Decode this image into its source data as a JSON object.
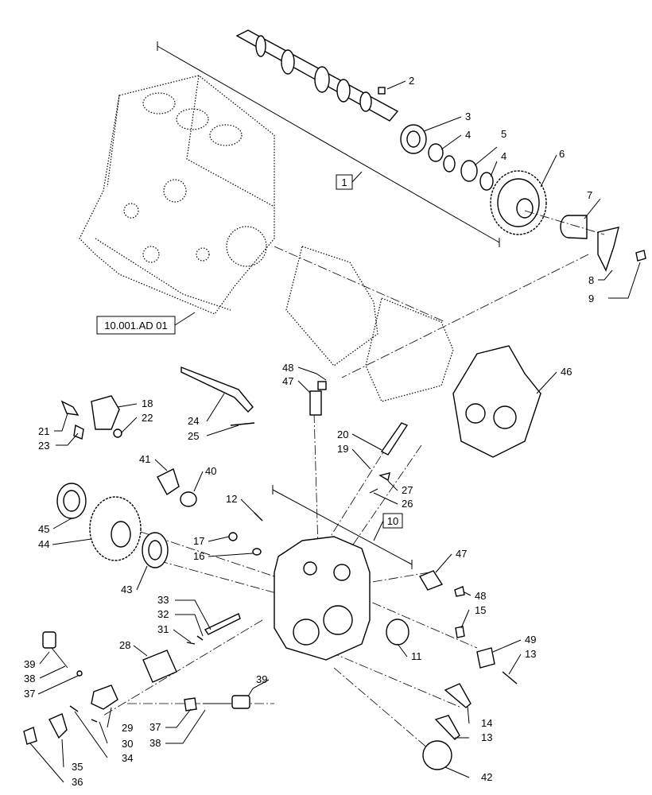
{
  "callouts": [
    {
      "id": "c2",
      "text": "2"
    },
    {
      "id": "c3",
      "text": "3"
    },
    {
      "id": "c4a",
      "text": "4"
    },
    {
      "id": "c5",
      "text": "5"
    },
    {
      "id": "c4b",
      "text": "4"
    },
    {
      "id": "c6",
      "text": "6"
    },
    {
      "id": "c7",
      "text": "7"
    },
    {
      "id": "c8",
      "text": "8"
    },
    {
      "id": "c9",
      "text": "9"
    },
    {
      "id": "c48a",
      "text": "48"
    },
    {
      "id": "c47a",
      "text": "47"
    },
    {
      "id": "c46",
      "text": "46"
    },
    {
      "id": "c18",
      "text": "18"
    },
    {
      "id": "c22",
      "text": "22"
    },
    {
      "id": "c21",
      "text": "21"
    },
    {
      "id": "c23",
      "text": "23"
    },
    {
      "id": "c24",
      "text": "24"
    },
    {
      "id": "c25",
      "text": "25"
    },
    {
      "id": "c20",
      "text": "20"
    },
    {
      "id": "c19",
      "text": "19"
    },
    {
      "id": "c27",
      "text": "27"
    },
    {
      "id": "c26",
      "text": "26"
    },
    {
      "id": "c41",
      "text": "41"
    },
    {
      "id": "c40",
      "text": "40"
    },
    {
      "id": "c12",
      "text": "12"
    },
    {
      "id": "c45",
      "text": "45"
    },
    {
      "id": "c44",
      "text": "44"
    },
    {
      "id": "c17",
      "text": "17"
    },
    {
      "id": "c16",
      "text": "16"
    },
    {
      "id": "c43",
      "text": "43"
    },
    {
      "id": "c47b",
      "text": "47"
    },
    {
      "id": "c48b",
      "text": "48"
    },
    {
      "id": "c15",
      "text": "15"
    },
    {
      "id": "c33",
      "text": "33"
    },
    {
      "id": "c32",
      "text": "32"
    },
    {
      "id": "c31",
      "text": "31"
    },
    {
      "id": "c28",
      "text": "28"
    },
    {
      "id": "c11",
      "text": "11"
    },
    {
      "id": "c49",
      "text": "49"
    },
    {
      "id": "c13a",
      "text": "13"
    },
    {
      "id": "c39a",
      "text": "39"
    },
    {
      "id": "c38a",
      "text": "38"
    },
    {
      "id": "c37a",
      "text": "37"
    },
    {
      "id": "c39b",
      "text": "39"
    },
    {
      "id": "c29",
      "text": "29"
    },
    {
      "id": "c30",
      "text": "30"
    },
    {
      "id": "c34",
      "text": "34"
    },
    {
      "id": "c37b",
      "text": "37"
    },
    {
      "id": "c38b",
      "text": "38"
    },
    {
      "id": "c14",
      "text": "14"
    },
    {
      "id": "c13b",
      "text": "13"
    },
    {
      "id": "c42",
      "text": "42"
    },
    {
      "id": "c35",
      "text": "35"
    },
    {
      "id": "c36",
      "text": "36"
    }
  ],
  "boxes": {
    "group_1": "1",
    "group_10": "10",
    "reference": "10.001.AD 01"
  }
}
